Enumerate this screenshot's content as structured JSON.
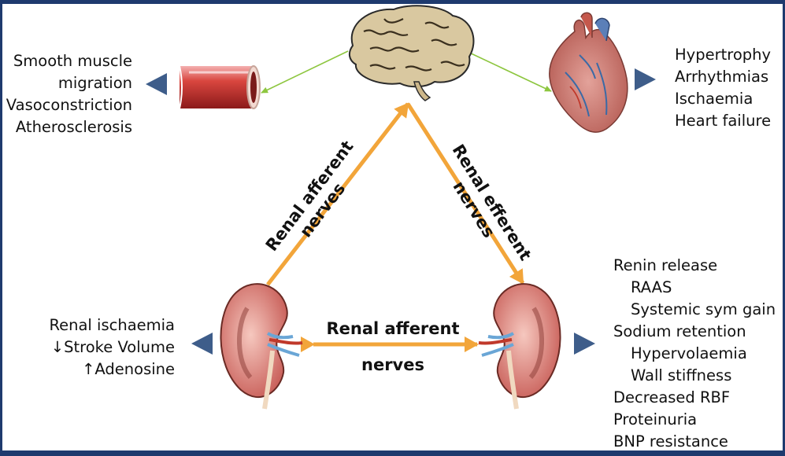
{
  "vessel_effects": [
    "Smooth muscle",
    "migration",
    "Vasoconstriction",
    "Atherosclerosis"
  ],
  "heart_effects": [
    "Hypertrophy",
    "Arrhythmias",
    "Ischaemia",
    "Heart failure"
  ],
  "left_kidney_effects": [
    "Renal ischaemia",
    "↓Stroke Volume",
    "↑Adenosine"
  ],
  "right_kidney_effects": {
    "renin": "Renin release",
    "raas": "RAAS",
    "sym": "Systemic sym gain",
    "sodium": "Sodium retention",
    "hypervol": "Hypervolaemia",
    "wall": "Wall stiffness",
    "rbf": "Decreased RBF",
    "protein": "Proteinuria",
    "bnp": "BNP resistance"
  },
  "labels": {
    "afferent_left_line1": "Renal afferent",
    "afferent_left_line2": "nerves",
    "efferent_line1": "Renal efferent",
    "efferent_line2": "nerves",
    "afferent_bottom_line1": "Renal afferent",
    "afferent_bottom_line2": "nerves"
  },
  "colors": {
    "arrow": "#f2a53a",
    "pointer": "#3e5d8a",
    "connector": "#8dc63f",
    "frame": "#1e3a6e"
  }
}
